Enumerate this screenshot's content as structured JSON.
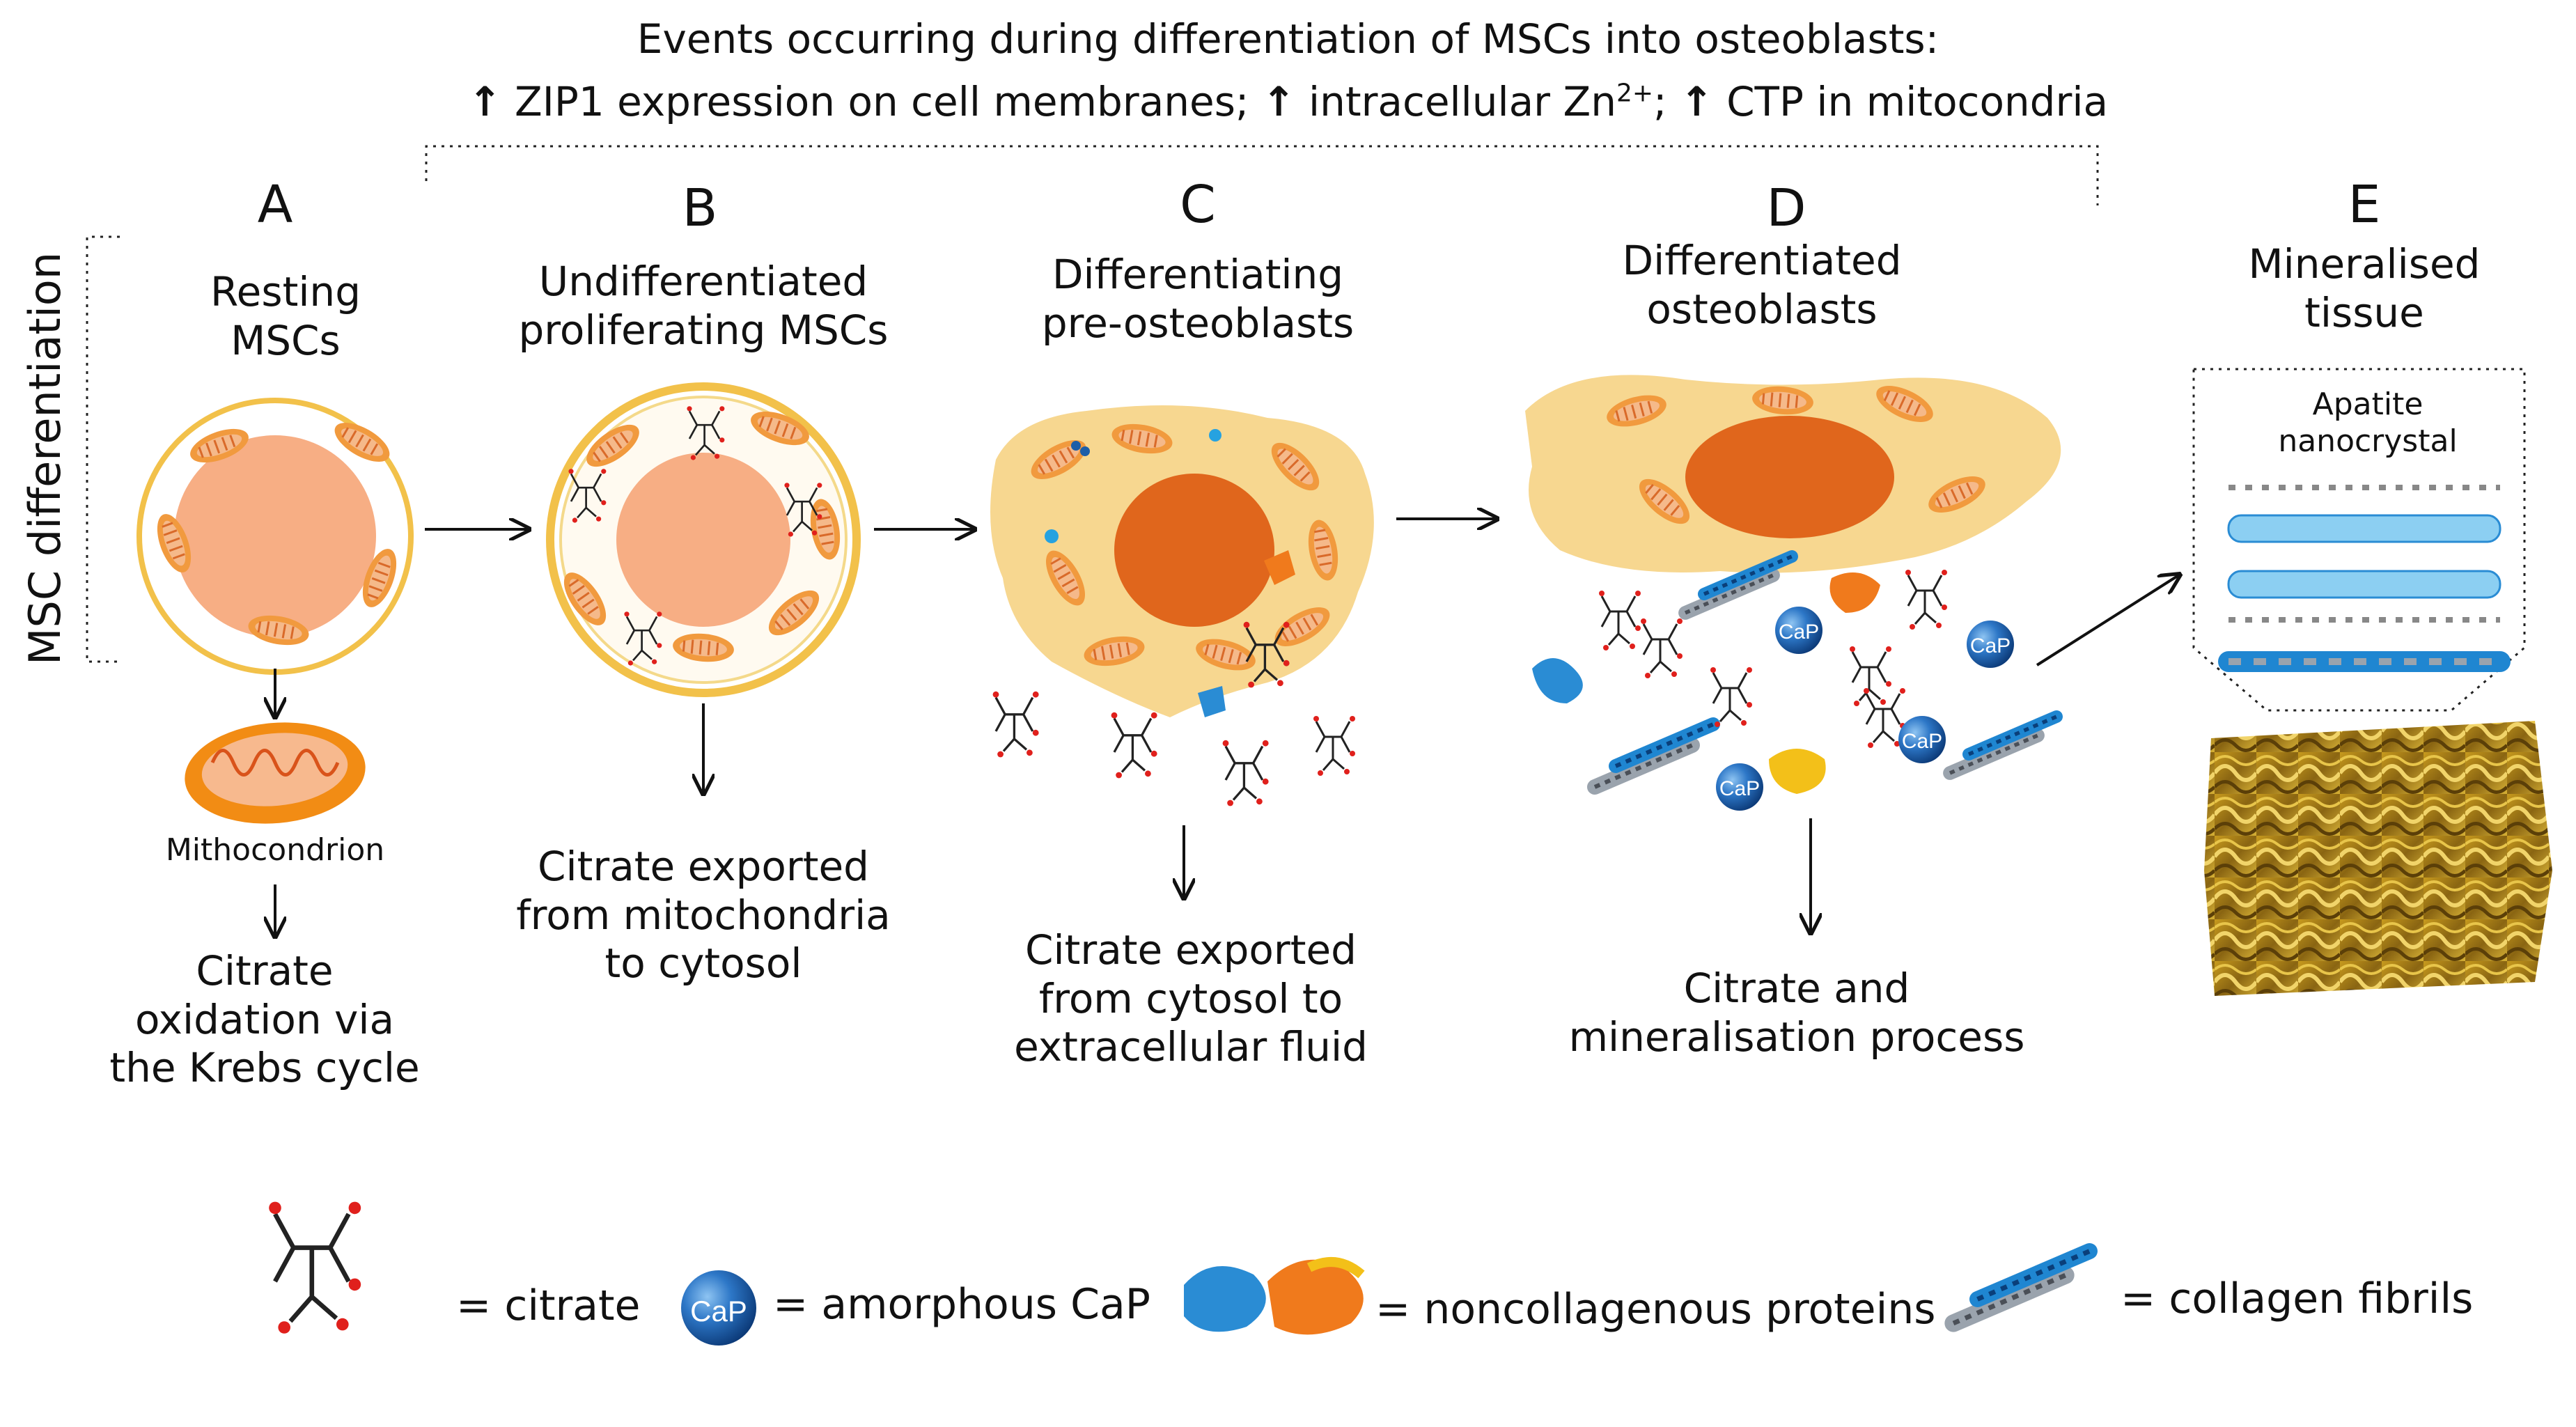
{
  "header": {
    "line1": "Events occurring during differentiation of MSCs into osteoblasts:",
    "items": [
      {
        "arrow": "↑",
        "text": "ZIP1 expression on cell membranes;"
      },
      {
        "arrow": "↑",
        "text": "intracellular Zn"
      },
      {
        "arrow": "↑",
        "text": "CTP in mitocondria"
      }
    ],
    "zn_superscript": "2+",
    "zn_suffix": ";"
  },
  "side_label": "MSC differentiation",
  "stages": [
    {
      "letter": "A",
      "title": [
        "Resting",
        "MSCs"
      ],
      "caption": [
        "Citrate",
        "oxidation via",
        "the Krebs cycle"
      ],
      "sublabel": "Mithocondrion"
    },
    {
      "letter": "B",
      "title": [
        "Undifferentiated",
        "proliferating MSCs"
      ],
      "caption": [
        "Citrate exported",
        "from mitochondria",
        "to cytosol"
      ]
    },
    {
      "letter": "C",
      "title": [
        "Differentiating",
        "pre-osteoblasts"
      ],
      "caption": [
        "Citrate exported",
        "from cytosol to",
        "extracellular fluid"
      ]
    },
    {
      "letter": "D",
      "title": [
        "Differentiated",
        "osteoblasts"
      ],
      "caption": [
        "Citrate and",
        "mineralisation process"
      ]
    },
    {
      "letter": "E",
      "title": [
        "Mineralised",
        "tissue"
      ],
      "inset": [
        "Apatite",
        "nanocrystal"
      ]
    }
  ],
  "cap_label": "CaP",
  "legend": {
    "citrate": "= citrate",
    "cap": "= amorphous CaP",
    "proteins": "= noncollagenous proteins",
    "collagen": "= collagen fibrils"
  },
  "colors": {
    "cell_fill": "#f7d790",
    "nucleus_light": "#f7ae84",
    "nucleus_dark": "#e0661c",
    "mito": "#f19a3e",
    "membrane": "#f2c14a",
    "cap_blue": "#1d5ea8",
    "collagen_blue": "#1f86d1"
  }
}
